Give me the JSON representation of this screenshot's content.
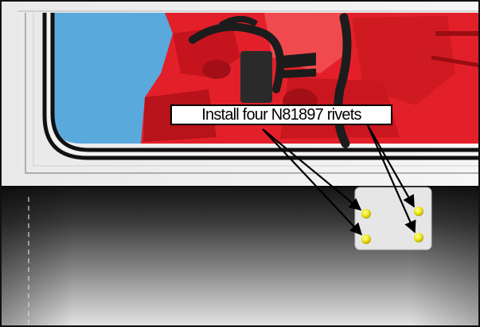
{
  "callout": {
    "text": "Install four N81897 rivets"
  },
  "colors": {
    "engine_red": "#e3202a",
    "sky_blue": "#5aa9dc",
    "rivet_yellow": "#f2e91a",
    "panel_dark": "#2b2b2b",
    "plate_light": "#e6e6e6"
  },
  "icons": [
    "engine-illustration",
    "rivet-marker",
    "leader-arrow"
  ]
}
